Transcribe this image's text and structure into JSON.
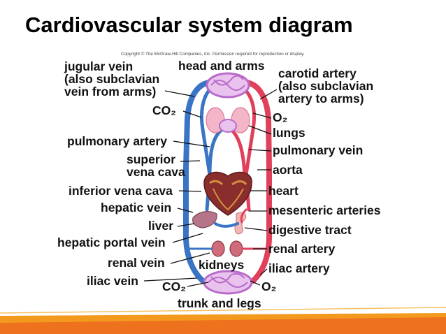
{
  "title": "Cardiovascular system diagram",
  "copyright": "Copyright © The McGraw-Hill Companies, Inc. Permission required for reproduction or display.",
  "labels": {
    "head_and_arms": "head and arms",
    "jugular_1": "jugular vein",
    "jugular_2": "(also subclavian",
    "jugular_3": "vein from arms)",
    "carotid_1": "carotid artery",
    "carotid_2": "(also subclavian",
    "carotid_3": "artery to arms)",
    "co2_top": "CO₂",
    "o2_top": "O₂",
    "lungs": "lungs",
    "pulmonary_artery": "pulmonary artery",
    "pulmonary_vein": "pulmonary vein",
    "superior_1": "superior",
    "superior_2": "vena cava",
    "aorta": "aorta",
    "inferior_vena_cava": "inferior vena cava",
    "heart": "heart",
    "hepatic_vein": "hepatic vein",
    "mesenteric_arteries": "mesenteric arteries",
    "liver": "liver",
    "digestive_tract": "digestive tract",
    "hepatic_portal_vein": "hepatic portal vein",
    "renal_artery": "renal artery",
    "renal_vein": "renal vein",
    "kidneys": "kidneys",
    "iliac_artery": "iliac artery",
    "iliac_vein": "iliac vein",
    "co2_bottom": "CO₂",
    "o2_bottom": "O₂",
    "trunk_and_legs": "trunk and legs"
  },
  "colors": {
    "vein": "#3a74c4",
    "artery": "#e0405a",
    "capillary": "#b86bc9",
    "lungs": "#f3b6c8",
    "heart": "#8a2d2d",
    "liver": "#b57488",
    "footer_orange": "#f39a1e"
  }
}
